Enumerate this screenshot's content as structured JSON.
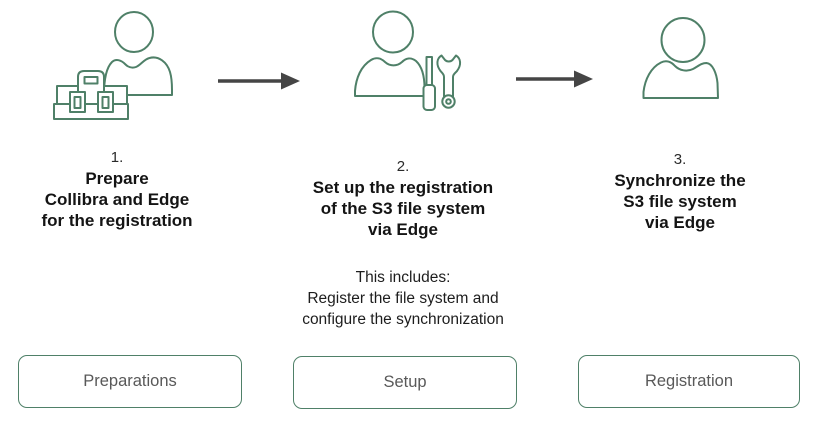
{
  "page": {
    "background": "#ffffff"
  },
  "colors": {
    "icon_stroke": "#4f8068",
    "arrow": "#454545",
    "heading_text": "#141414",
    "body_text": "#1d1d1d",
    "button_border": "#4f8068",
    "button_text": "#595959"
  },
  "steps": [
    {
      "number": "1.",
      "title": "Prepare\nCollibra and Edge\nfor the registration",
      "description": "",
      "button_label": "Preparations",
      "icon": "person-with-toolbox"
    },
    {
      "number": "2.",
      "title": "Set up the registration\nof the S3 file system\nvia Edge",
      "description": "This includes:\nRegister the file system and\nconfigure the synchronization",
      "button_label": "Setup",
      "icon": "person-with-tools"
    },
    {
      "number": "3.",
      "title": "Synchronize the\nS3 file system\nvia Edge",
      "description": "",
      "button_label": "Registration",
      "icon": "person"
    }
  ]
}
